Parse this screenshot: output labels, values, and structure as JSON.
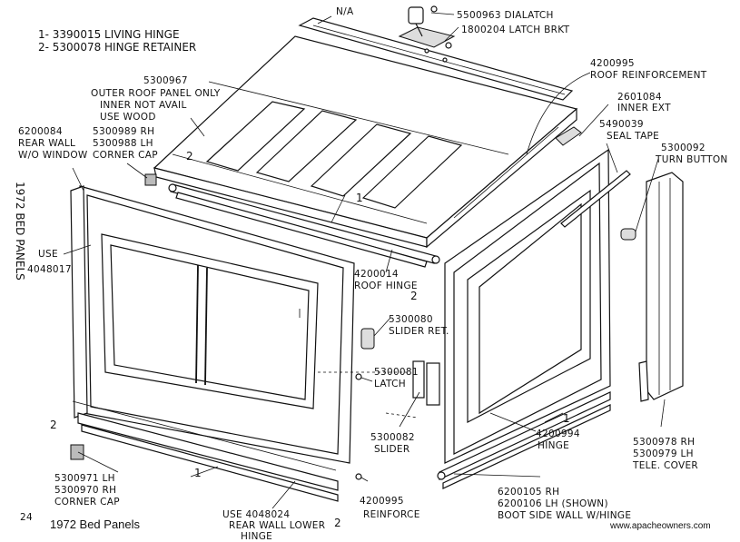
{
  "caption": "1972 Bed Panels",
  "website": "www.apacheowners.com",
  "page_number": "24",
  "side_title": "1972 BED PANELS",
  "callouts": {
    "na": "N/A",
    "living_hinge": "1- 3390015 LIVING HINGE",
    "hinge_retainer": "2- 5300078 HINGE RETAINER",
    "dialatch": "5500963 DIALATCH",
    "latch_brkt": "1800204 LATCH BRKT",
    "roof_reinforcement_1": "4200995",
    "roof_reinforcement_2": "ROOF REINFORCEMENT",
    "outer_roof_1": "5300967",
    "outer_roof_2": "OUTER ROOF PANEL ONLY",
    "outer_roof_3": "INNER NOT AVAIL",
    "outer_roof_4": "USE WOOD",
    "inner_ext_1": "2601084",
    "inner_ext_2": "INNER EXT",
    "rear_wall_1": "6200084",
    "rear_wall_2": "REAR WALL",
    "rear_wall_3": "W/O WINDOW",
    "corner_cap_1": "5300989 RH",
    "corner_cap_2": "5300988 LH",
    "corner_cap_3": "CORNER CAP",
    "seal_tape_1": "5490039",
    "seal_tape_2": "SEAL TAPE",
    "turn_button_1": "5300092",
    "turn_button_2": "TURN BUTTON",
    "use_1": "USE",
    "use_2": "4048017",
    "roof_hinge_1": "4200014",
    "roof_hinge_2": "ROOF HINGE",
    "slider_ret_1": "5300080",
    "slider_ret_2": "SLIDER RET.",
    "latch_1": "5300081",
    "latch_2": "LATCH",
    "slider_1": "5300082",
    "slider_2": "SLIDER",
    "hinge_1": "4200994",
    "hinge_2": "HINGE",
    "tele_cover_1": "5300978 RH",
    "tele_cover_2": "5300979 LH",
    "tele_cover_3": "TELE. COVER",
    "corner_cap_lower_1": "5300971 LH",
    "corner_cap_lower_2": "5300970 RH",
    "corner_cap_lower_3": "CORNER CAP",
    "rear_lower_1": "USE 4048024",
    "rear_lower_2": "REAR WALL LOWER",
    "rear_lower_3": "HINGE",
    "reinforce_1": "4200995",
    "reinforce_2": "REINFORCE",
    "boot_1": "6200105 RH",
    "boot_2": "6200106 LH (SHOWN)",
    "boot_3": "BOOT SIDE WALL W/HINGE",
    "num_1": "1",
    "num_2": "2"
  }
}
